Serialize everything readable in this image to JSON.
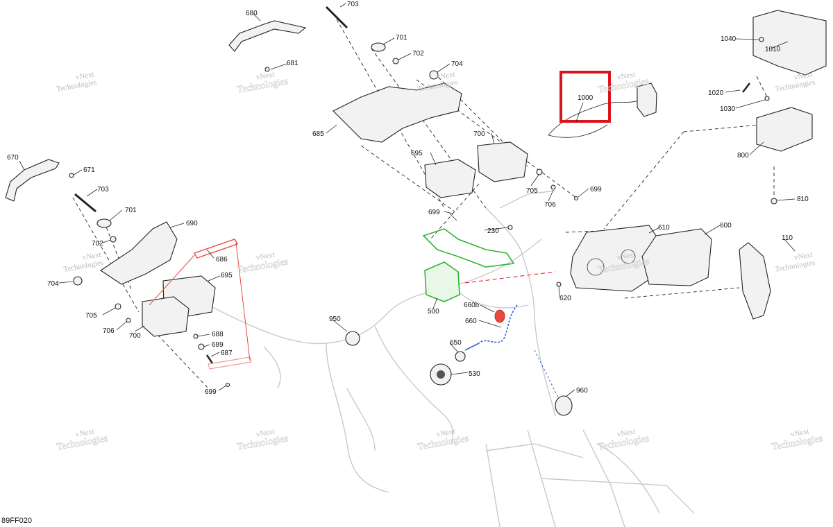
{
  "figure_code": "89FF020",
  "watermark": {
    "line1": "vNext",
    "line2": "Technologies",
    "big": "Technologies"
  },
  "highlight_color": "#d9141a",
  "red_part_color": "#e8483f",
  "green_part_color": "#2fb52f",
  "blue_part_color": "#3a5fd6",
  "callouts": {
    "c680": "680",
    "c681": "681",
    "c703a": "703",
    "c701a": "701",
    "c702a": "702",
    "c704a": "704",
    "c685": "685",
    "c700a": "700",
    "c695a": "695",
    "c699a": "699",
    "c705a": "705",
    "c706a": "706",
    "c1000": "1000",
    "c1040": "1040",
    "c1010": "1010",
    "c1020": "1020",
    "c1030": "1030",
    "c800": "800",
    "c810": "810",
    "c670": "670",
    "c671": "671",
    "c703b": "703",
    "c701b": "701",
    "c702b": "702",
    "c690": "690",
    "c686": "686",
    "c704b": "704",
    "c695b": "695",
    "c705b": "705",
    "c706b": "706",
    "c700b": "700",
    "c688": "688",
    "c689": "689",
    "c687": "687",
    "c699b": "699",
    "c699c": "699",
    "c230": "230",
    "c610": "610",
    "c600": "600",
    "c110": "110",
    "c620": "620",
    "c500": "500",
    "c660b": "660b",
    "c660": "660",
    "c950": "950",
    "c650": "650",
    "c530": "530",
    "c960": "960"
  }
}
